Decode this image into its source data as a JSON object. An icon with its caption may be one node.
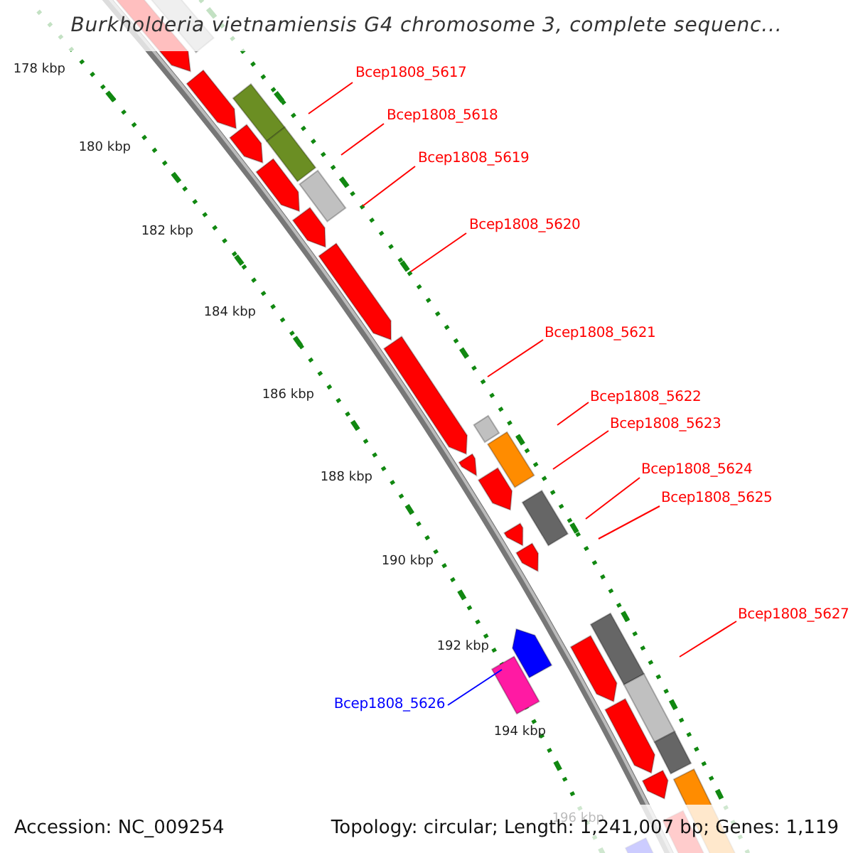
{
  "diagram": {
    "title": "Burkholderia vietnamiensis G4 chromosome 3, complete sequenc...",
    "nodes": [
      {
        "text": [
          "Bcep1808_5617"
        ]
      },
      {
        "text": [
          "Bcep1808_5618"
        ]
      },
      {
        "text": [
          "Bcep1808_5619"
        ]
      },
      {
        "text": [
          "Bcep1808_5620"
        ]
      },
      {
        "text": [
          "Bcep1808_5621"
        ]
      },
      {
        "text": [
          "Bcep1808_5622"
        ]
      },
      {
        "text": [
          "Bcep1808_5623"
        ]
      },
      {
        "text": [
          "Bcep1808_5624"
        ]
      },
      {
        "text": [
          "Bcep1808_5625"
        ]
      },
      {
        "text": [
          "Bcep1808_5627"
        ]
      },
      {
        "text": [
          "Bcep1808_5626"
        ]
      }
    ],
    "edges": [
      {
        "from": 0,
        "to": null,
        "arrow": "none"
      },
      {
        "from": 1,
        "to": null,
        "arrow": "none"
      },
      {
        "from": 2,
        "to": null,
        "arrow": "none"
      },
      {
        "from": 3,
        "to": null,
        "arrow": "none"
      },
      {
        "from": 4,
        "to": null,
        "arrow": "none"
      },
      {
        "from": 5,
        "to": null,
        "arrow": "none"
      },
      {
        "from": 6,
        "to": null,
        "arrow": "none"
      },
      {
        "from": 7,
        "to": null,
        "arrow": "none"
      },
      {
        "from": 8,
        "to": null,
        "arrow": "none"
      },
      {
        "from": 9,
        "to": null,
        "arrow": "none"
      },
      {
        "from": 10,
        "to": null,
        "arrow": "none",
        "color": "#0000ff"
      }
    ],
    "labels": [
      "178 kbp",
      "180 kbp",
      "182 kbp",
      "184 kbp",
      "186 kbp",
      "188 kbp",
      "190 kbp",
      "192 kbp",
      "194 kbp",
      "196 kbp",
      "Accession: NC_009254",
      "Topology: circular; Length: 1,241,007 bp; Genes: 1,119"
    ]
  }
}
